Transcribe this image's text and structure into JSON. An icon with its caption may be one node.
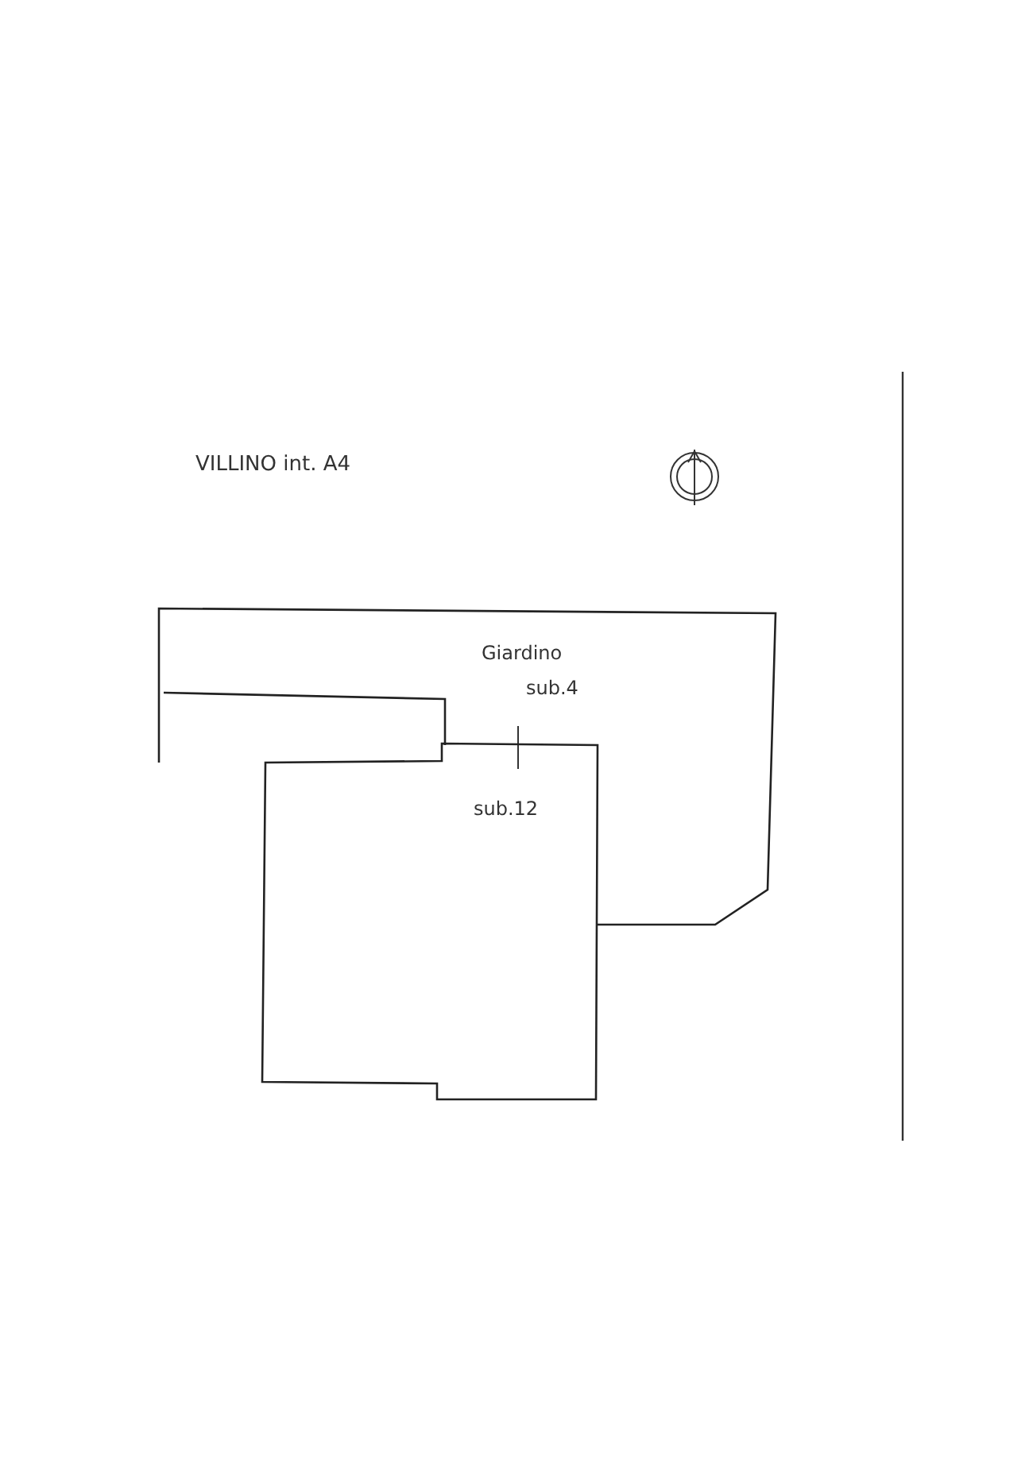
{
  "diagram": {
    "title": "VILLINO int. A4",
    "nodes": [
      {
        "text": [
          "Giardino",
          "sub.4"
        ]
      },
      {
        "text": [
          "sub.12"
        ]
      }
    ]
  }
}
